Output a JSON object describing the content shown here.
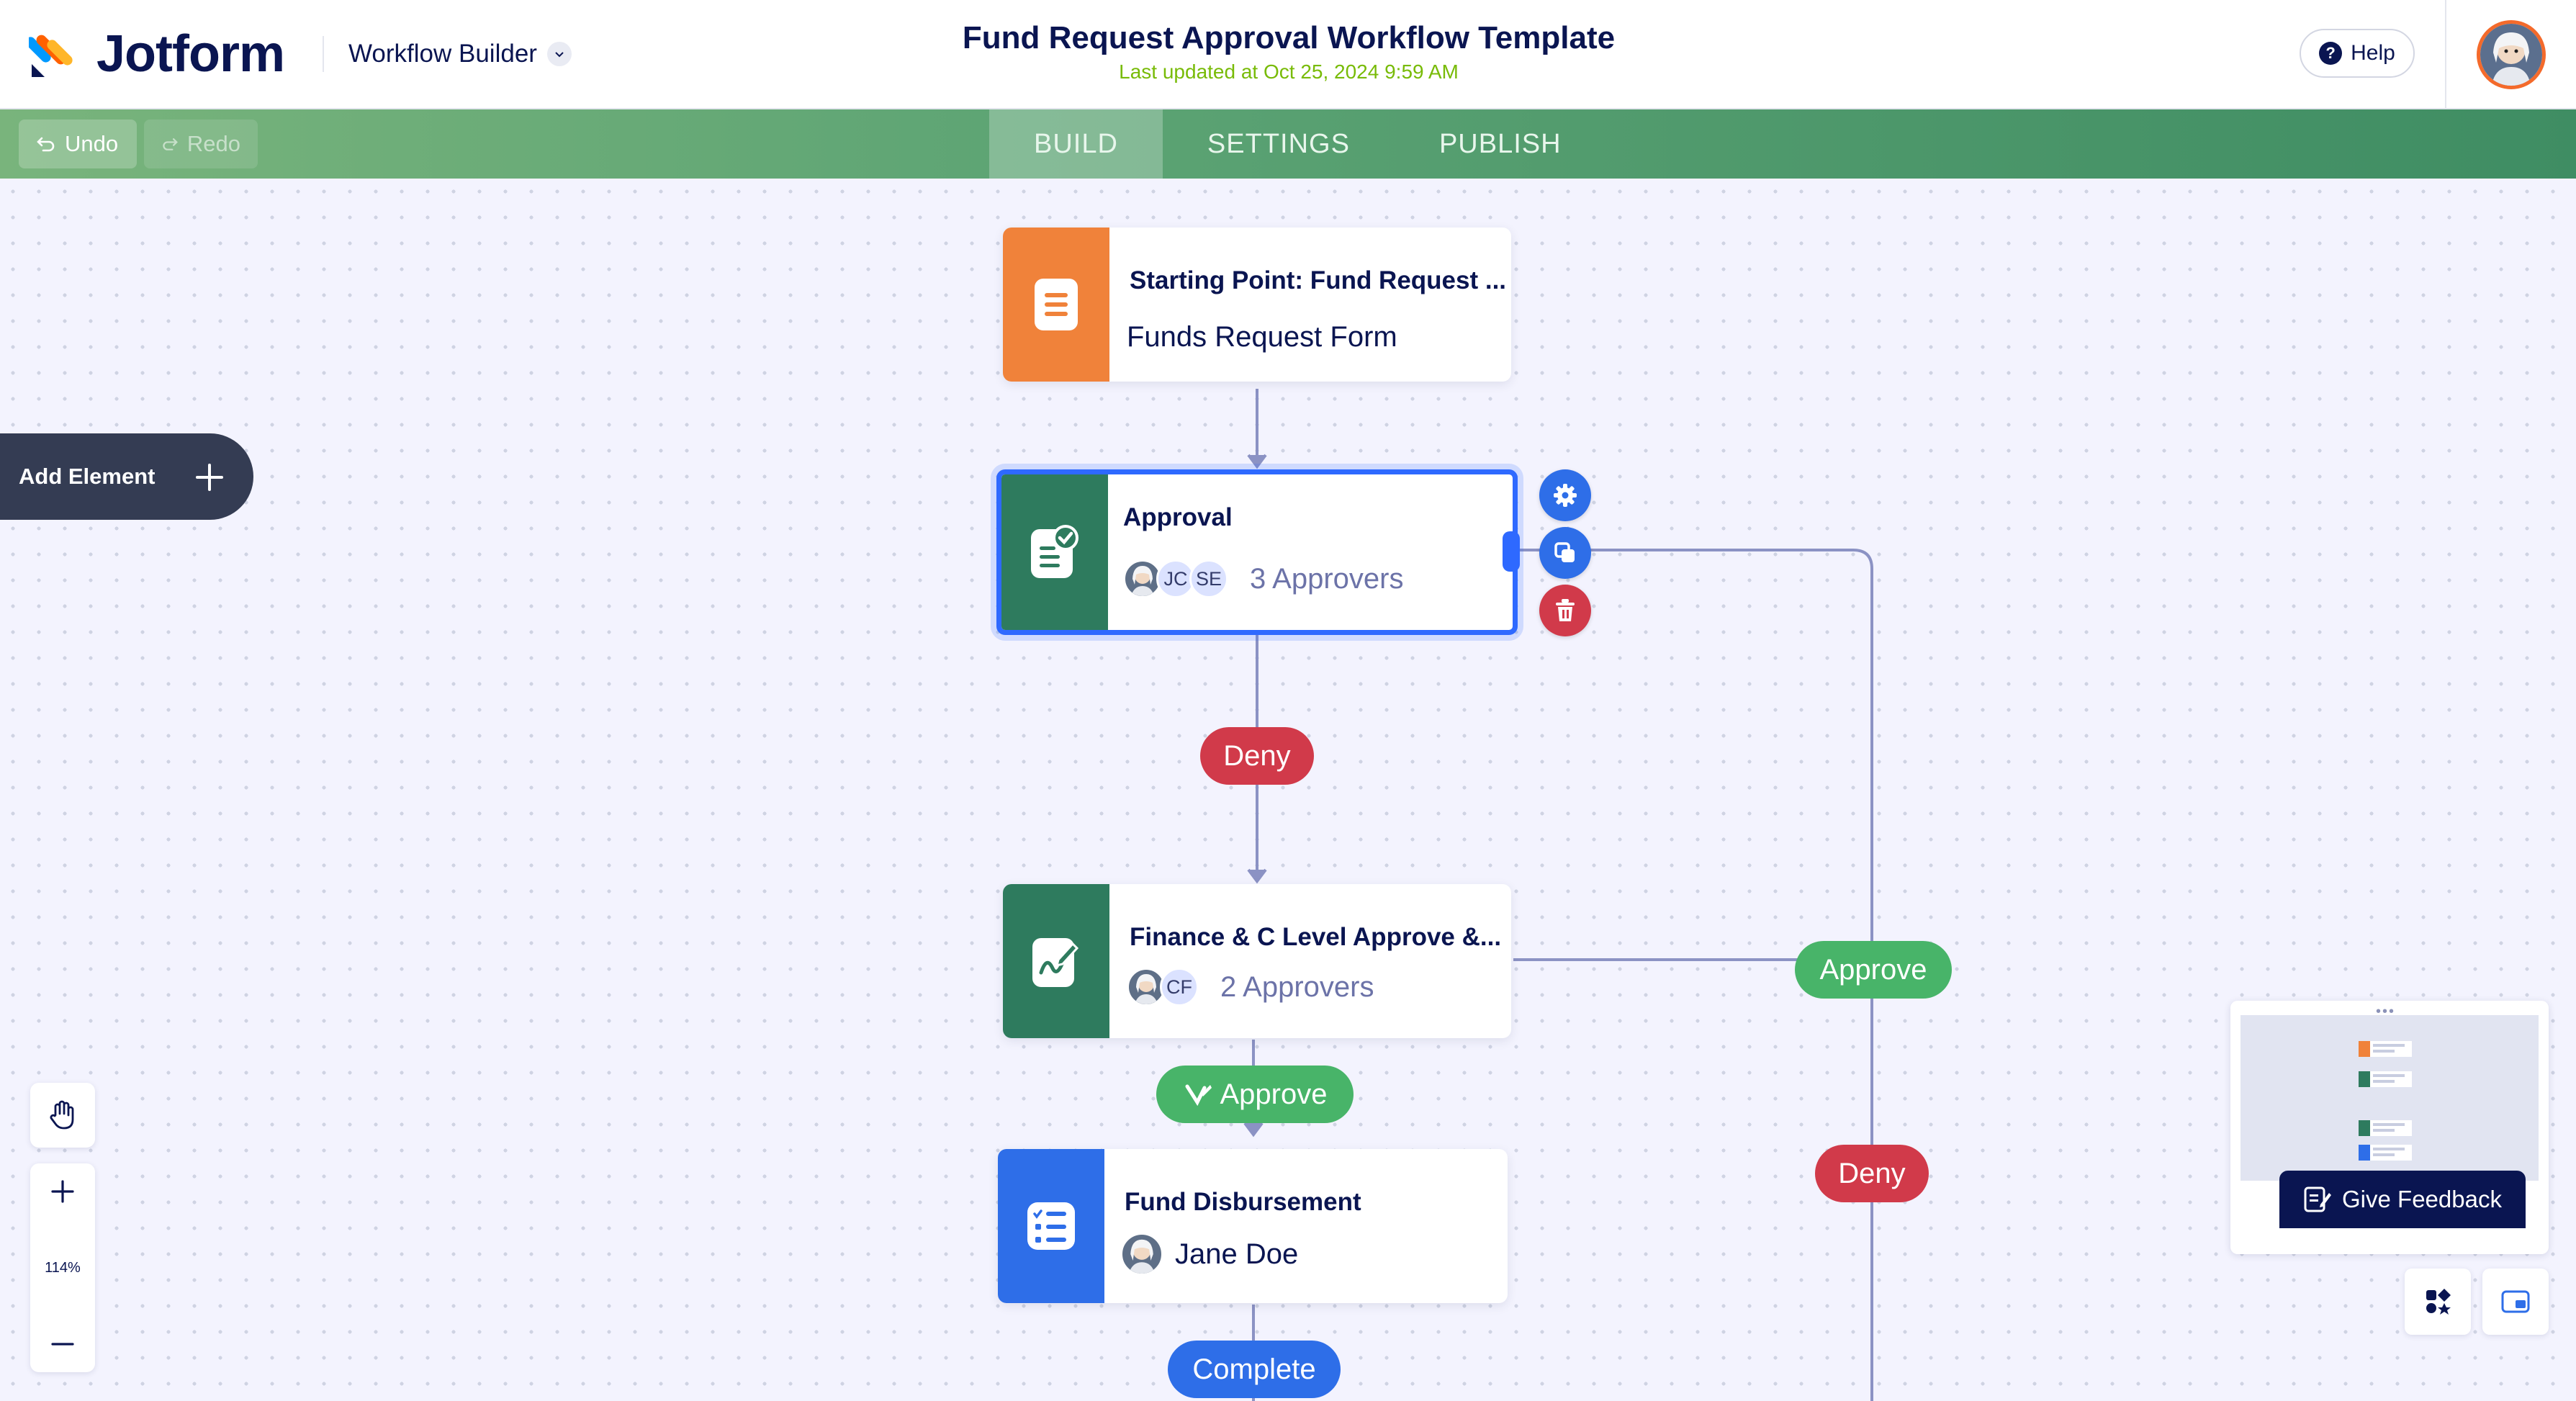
{
  "app": {
    "brand": "Jotform",
    "module": "Workflow Builder"
  },
  "header": {
    "title": "Fund Request Approval Workflow Template",
    "last_updated": "Last updated at Oct 25, 2024 9:59 AM",
    "help_label": "Help"
  },
  "toolbar": {
    "undo_label": "Undo",
    "redo_label": "Redo",
    "tabs": [
      {
        "label": "BUILD",
        "active": true
      },
      {
        "label": "SETTINGS",
        "active": false
      },
      {
        "label": "PUBLISH",
        "active": false
      }
    ]
  },
  "canvas": {
    "add_element_label": "Add Element",
    "zoom_level": "114%",
    "nodes": {
      "start": {
        "title": "Starting Point: Fund Request ...",
        "subtitle": "Funds Request Form",
        "color": "#f0823a"
      },
      "approval": {
        "title": "Approval",
        "approvers": [
          "JC",
          "SE"
        ],
        "subtitle": "3 Approvers",
        "color": "#2e7b5e"
      },
      "finance": {
        "title": "Finance & C Level Approve &...",
        "approvers": [
          "CF"
        ],
        "subtitle": "2 Approvers",
        "color": "#2e7b5e"
      },
      "disbursement": {
        "title": "Fund Disbursement",
        "subtitle": "Jane Doe",
        "color": "#2e6ee8"
      }
    },
    "edge_labels": {
      "deny_1": "Deny",
      "approve_1": "Approve",
      "approve_2": "Approve",
      "deny_2": "Deny",
      "complete": "Complete"
    }
  },
  "feedback_label": "Give Feedback",
  "colors": {
    "deny": "#d13a4a",
    "approve": "#48b469",
    "complete": "#2e6ee8",
    "navy": "#0a1551",
    "selection": "#2e69ff"
  },
  "icons": [
    "jotform-logo",
    "chevron-down-icon",
    "help-icon",
    "undo-icon",
    "redo-icon",
    "plus-icon",
    "form-icon",
    "approval-icon",
    "signature-icon",
    "task-list-icon",
    "gear-icon",
    "duplicate-icon",
    "trash-icon",
    "hand-icon",
    "minus-icon",
    "shapes-icon",
    "minimap-toggle-icon",
    "feedback-icon"
  ]
}
